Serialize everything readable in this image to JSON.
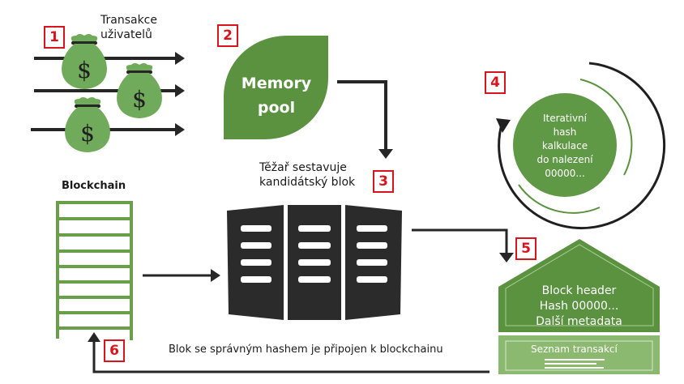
{
  "steps": {
    "s1": "1",
    "s2": "2",
    "s3": "3",
    "s4": "4",
    "s5": "5",
    "s6": "6"
  },
  "labels": {
    "user_transactions_line1": "Transakce",
    "user_transactions_line2": "uživatelů",
    "memory_pool_line1": "Memory",
    "memory_pool_line2": "pool",
    "miner_line1": "Těžař sestavuje",
    "miner_line2": "kandidátský blok",
    "hash_line1": "Iterativní",
    "hash_line2": "hash",
    "hash_line3": "kalkulace",
    "hash_line4": "do nalezení",
    "hash_line5": "00000...",
    "blockchain": "Blockchain",
    "block_header_line1": "Block header",
    "block_header_line2": "Hash 00000...",
    "block_header_line3": "Další metadata",
    "tx_list": "Seznam transakcí",
    "appended": "Blok se správným hashem je připojen k blockchainu"
  },
  "icons": {
    "money_bag": "dollar-sign",
    "server": "server-rack"
  },
  "colors": {
    "green_dark": "#5a9240",
    "green_mid": "#6aa84f",
    "green_light": "#8ab96f",
    "bag_green": "#6fab5a",
    "arrow": "#262626",
    "server": "#2b2b2b",
    "step_red": "#d9141c"
  }
}
